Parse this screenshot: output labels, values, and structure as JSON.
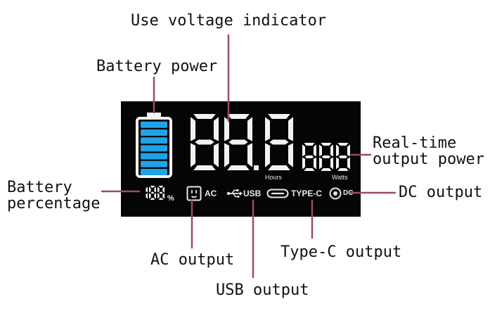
{
  "labels": {
    "use_voltage_indicator": "Use voltage indicator",
    "battery_power": "Battery power",
    "real_time_output_power": [
      "Real-time",
      "output power"
    ],
    "battery_percentage": [
      "Battery",
      "percentage"
    ],
    "dc_output": "DC output",
    "ac_output": "AC output",
    "usb_output": "USB output",
    "type_c_output": "Type-C output"
  },
  "display": {
    "hours_value": "88.8",
    "hours_unit": "Hours",
    "watts_value": "888",
    "watts_unit": "Watts",
    "percent_value": "188",
    "percent_unit": "%",
    "battery_level": 1.0,
    "ports": {
      "ac": "AC",
      "usb": "USB",
      "typec": "TYPE-C",
      "dc": "DC"
    }
  },
  "colors": {
    "panel": "#050505",
    "battery_fill": "#1fa3e8",
    "connector": "#9c4a6b",
    "segment": "#f2f2f2"
  },
  "icons": {
    "battery": "battery-icon",
    "ac": "ac-outlet-icon",
    "usb": "usb-icon",
    "typec": "type-c-icon",
    "dc": "dc-port-icon"
  }
}
